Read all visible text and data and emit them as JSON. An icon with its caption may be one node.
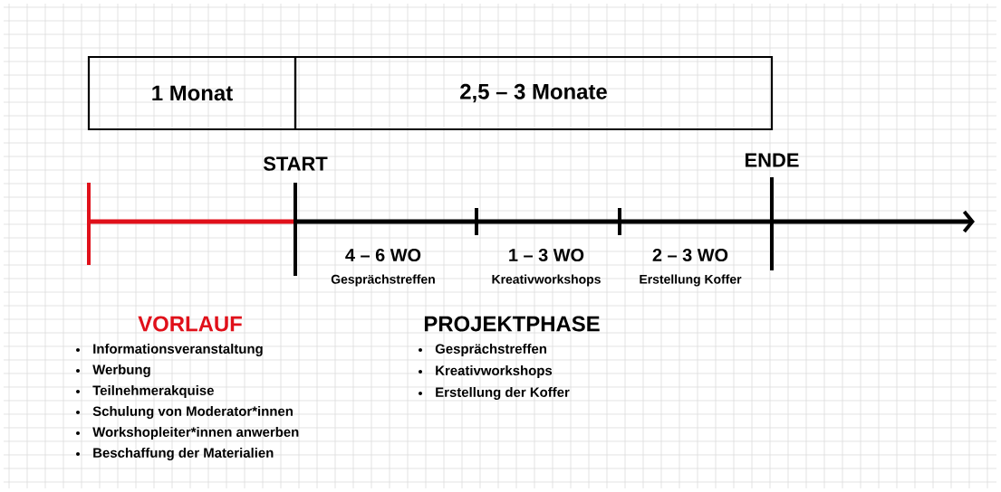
{
  "diagram": {
    "nodes": [
      {
        "text": [
          "1 Monat"
        ]
      },
      {
        "text": [
          "2,5 – 3 Monate"
        ]
      }
    ],
    "labels": [
      "START",
      "ENDE",
      "4 – 6 WO",
      "1 – 3 WO",
      "2 – 3 WO",
      "Gesprächstreffen",
      "Kreativworkshops",
      "Erstellung Koffer",
      "VORLAUF",
      "PROJEKTPHASE",
      "Informationsveranstaltung",
      "Gesprächstreffen",
      "Werbung",
      "Kreativworkshops",
      "Teilnehmerakquise",
      "Erstellung der Koffer",
      "Schulung von Moderator*innen",
      "Workshopleiter*innen anwerben",
      "Beschaffung der Materialien"
    ]
  }
}
